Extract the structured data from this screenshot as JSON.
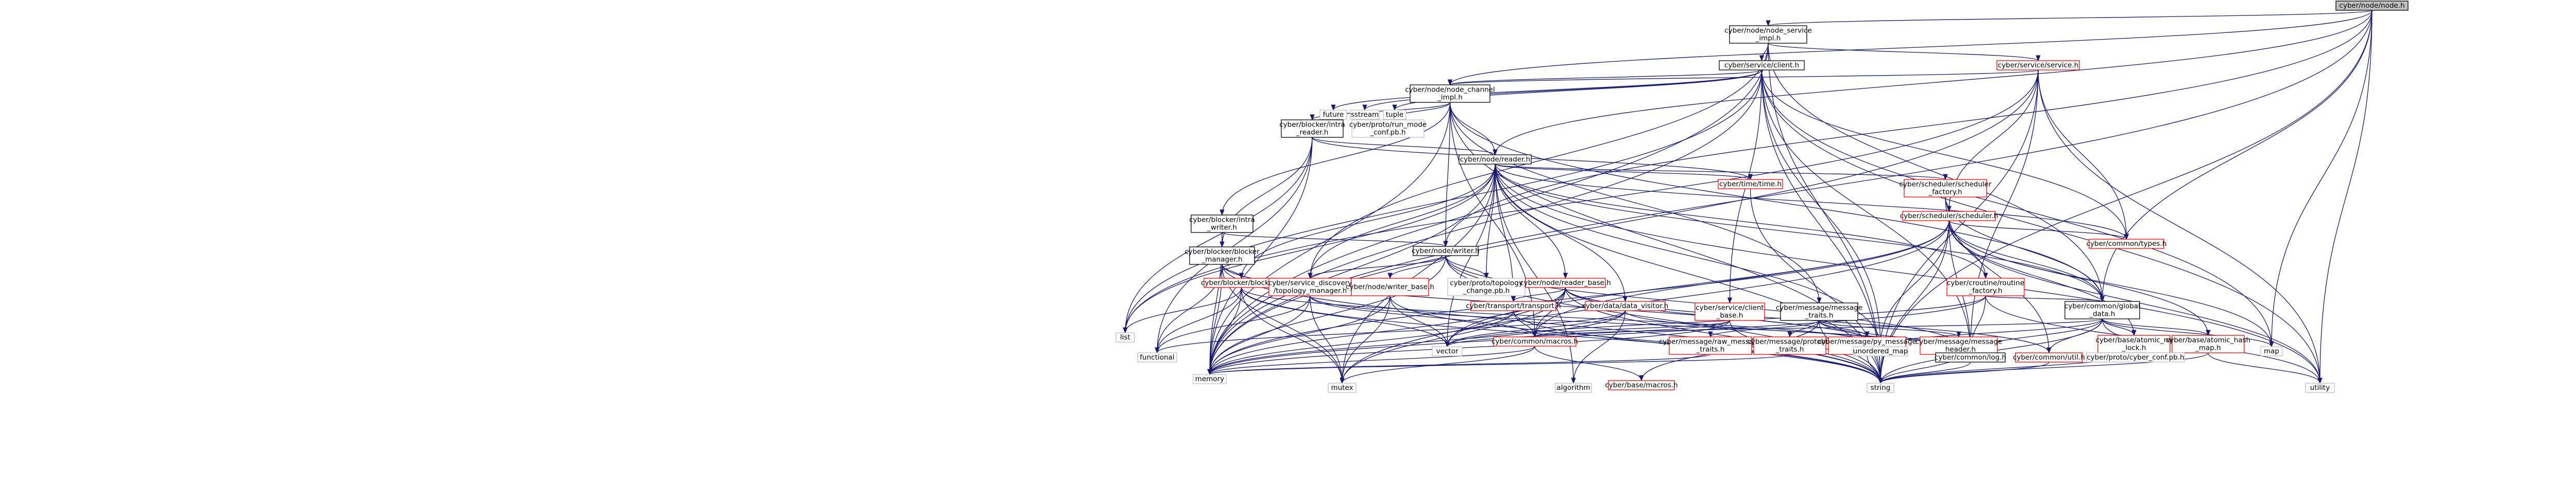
{
  "colors": {
    "file_border": "#000000",
    "file_fill": "#ffffff",
    "root_fill": "#bfbfbf",
    "label_text": "#000000",
    "red_border": "#ff0000",
    "red_fill": "#ffffff",
    "red_text": "#000000",
    "system_border": "#bfbfbf",
    "system_fill": "#ffffff",
    "system_text": "#000000",
    "edge_blue": "#191970",
    "edge_dark": "#333333"
  },
  "nodes": [
    {
      "id": "node_h",
      "kind": "root",
      "lines": [
        "cyber/node/node.h"
      ]
    },
    {
      "id": "node_service_impl",
      "kind": "file",
      "lines": [
        "cyber/node/node_service",
        "_impl.h"
      ]
    },
    {
      "id": "service_client",
      "kind": "file",
      "lines": [
        "cyber/service/client.h"
      ]
    },
    {
      "id": "service_service",
      "kind": "red",
      "lines": [
        "cyber/service/service.h"
      ]
    },
    {
      "id": "node_channel_impl",
      "kind": "file",
      "lines": [
        "cyber/node/node_channel",
        "_impl.h"
      ]
    },
    {
      "id": "future",
      "kind": "system",
      "lines": [
        "future"
      ]
    },
    {
      "id": "sstream",
      "kind": "system",
      "lines": [
        "sstream"
      ]
    },
    {
      "id": "tuple",
      "kind": "system",
      "lines": [
        "tuple"
      ]
    },
    {
      "id": "blocker_intra_reader",
      "kind": "file",
      "lines": [
        "cyber/blocker/intra",
        "_reader.h"
      ]
    },
    {
      "id": "run_mode_conf",
      "kind": "system",
      "lines": [
        "cyber/proto/run_mode",
        "_conf.pb.h"
      ]
    },
    {
      "id": "node_reader",
      "kind": "file",
      "lines": [
        "cyber/node/reader.h"
      ]
    },
    {
      "id": "time_time",
      "kind": "red",
      "lines": [
        "cyber/time/time.h"
      ]
    },
    {
      "id": "scheduler_factory",
      "kind": "red",
      "lines": [
        "cyber/scheduler/scheduler",
        "_factory.h"
      ]
    },
    {
      "id": "scheduler_scheduler",
      "kind": "red",
      "lines": [
        "cyber/scheduler/scheduler.h"
      ]
    },
    {
      "id": "common_types",
      "kind": "red",
      "lines": [
        "cyber/common/types.h"
      ]
    },
    {
      "id": "blocker_intra_writer",
      "kind": "file",
      "lines": [
        "cyber/blocker/intra",
        "_writer.h"
      ]
    },
    {
      "id": "node_writer",
      "kind": "file",
      "lines": [
        "cyber/node/writer.h"
      ]
    },
    {
      "id": "blocker_manager",
      "kind": "file",
      "lines": [
        "cyber/blocker/blocker",
        "_manager.h"
      ]
    },
    {
      "id": "blocker_blocker",
      "kind": "red",
      "lines": [
        "cyber/blocker/blocker.h"
      ]
    },
    {
      "id": "service_discovery",
      "kind": "red",
      "lines": [
        "cyber/service_discovery",
        "/topology_manager.h"
      ]
    },
    {
      "id": "writer_base",
      "kind": "red",
      "lines": [
        "cyber/node/writer_base.h"
      ]
    },
    {
      "id": "topology_change",
      "kind": "system",
      "lines": [
        "cyber/proto/topology",
        "_change.pb.h"
      ]
    },
    {
      "id": "reader_base",
      "kind": "red",
      "lines": [
        "cyber/node/reader_base.h"
      ]
    },
    {
      "id": "transport_transport",
      "kind": "red",
      "lines": [
        "cyber/transport/transport.h"
      ]
    },
    {
      "id": "data_visitor",
      "kind": "red",
      "lines": [
        "cyber/data/data_visitor.h"
      ]
    },
    {
      "id": "client_base",
      "kind": "red",
      "lines": [
        "cyber/service/client",
        "_base.h"
      ]
    },
    {
      "id": "message_traits",
      "kind": "file",
      "lines": [
        "cyber/message/message",
        "_traits.h"
      ]
    },
    {
      "id": "routine_factory",
      "kind": "red",
      "lines": [
        "cyber/croutine/routine",
        "_factory.h"
      ]
    },
    {
      "id": "global_data",
      "kind": "file",
      "lines": [
        "cyber/common/global",
        "_data.h"
      ]
    },
    {
      "id": "atomic_rw_lock",
      "kind": "red",
      "lines": [
        "cyber/base/atomic_rw",
        "_lock.h"
      ]
    },
    {
      "id": "atomic_hash_map",
      "kind": "red",
      "lines": [
        "cyber/base/atomic_hash",
        "_map.h"
      ]
    },
    {
      "id": "common_macros",
      "kind": "red",
      "lines": [
        "cyber/common/macros.h"
      ]
    },
    {
      "id": "raw_message_traits",
      "kind": "red",
      "lines": [
        "cyber/message/raw_message",
        "_traits.h"
      ]
    },
    {
      "id": "protobuf_traits",
      "kind": "red",
      "lines": [
        "cyber/message/protobuf",
        "_traits.h"
      ]
    },
    {
      "id": "py_message_traits",
      "kind": "red",
      "lines": [
        "cyber/message/py_message",
        "_traits.h"
      ]
    },
    {
      "id": "message_header",
      "kind": "red",
      "lines": [
        "cyber/message/message",
        "_header.h"
      ]
    },
    {
      "id": "common_log",
      "kind": "file",
      "lines": [
        "cyber/common/log.h"
      ]
    },
    {
      "id": "common_util",
      "kind": "red",
      "lines": [
        "cyber/common/util.h"
      ]
    },
    {
      "id": "cyber_conf",
      "kind": "system",
      "lines": [
        "cyber/proto/cyber_conf.pb.h"
      ]
    },
    {
      "id": "base_macros",
      "kind": "red",
      "lines": [
        "cyber/base/macros.h"
      ]
    },
    {
      "id": "list",
      "kind": "system",
      "lines": [
        "list"
      ]
    },
    {
      "id": "functional",
      "kind": "system",
      "lines": [
        "functional"
      ]
    },
    {
      "id": "vector",
      "kind": "system",
      "lines": [
        "vector"
      ]
    },
    {
      "id": "unordered_map",
      "kind": "system",
      "lines": [
        "unordered_map"
      ]
    },
    {
      "id": "map",
      "kind": "system",
      "lines": [
        "map"
      ]
    },
    {
      "id": "memory",
      "kind": "system",
      "lines": [
        "memory"
      ]
    },
    {
      "id": "mutex",
      "kind": "system",
      "lines": [
        "mutex"
      ]
    },
    {
      "id": "algorithm",
      "kind": "system",
      "lines": [
        "algorithm"
      ]
    },
    {
      "id": "string",
      "kind": "system",
      "lines": [
        "string"
      ]
    },
    {
      "id": "utility",
      "kind": "system",
      "lines": [
        "utility"
      ]
    }
  ],
  "edges": [
    [
      "node_h",
      "node_service_impl"
    ],
    [
      "node_h",
      "node_channel_impl"
    ],
    [
      "node_h",
      "memory"
    ],
    [
      "node_h",
      "map"
    ],
    [
      "node_h",
      "string"
    ],
    [
      "node_h",
      "utility"
    ],
    [
      "node_h",
      "global_data"
    ],
    [
      "node_h",
      "node_writer"
    ],
    [
      "node_h",
      "node_reader"
    ],
    [
      "node_service_impl",
      "service_client"
    ],
    [
      "node_service_impl",
      "service_service"
    ],
    [
      "node_service_impl",
      "memory"
    ],
    [
      "node_service_impl",
      "string"
    ],
    [
      "node_service_impl",
      "global_data"
    ],
    [
      "node_service_impl",
      "service_discovery"
    ],
    [
      "service_client",
      "future"
    ],
    [
      "service_client",
      "sstream"
    ],
    [
      "service_client",
      "tuple"
    ],
    [
      "service_client",
      "list"
    ],
    [
      "service_client",
      "memory"
    ],
    [
      "service_client",
      "string"
    ],
    [
      "service_client",
      "unordered_map"
    ],
    [
      "service_client",
      "utility"
    ],
    [
      "service_client",
      "common_types"
    ],
    [
      "service_client",
      "node_channel_impl"
    ],
    [
      "service_client",
      "client_base"
    ],
    [
      "service_client",
      "common_log"
    ],
    [
      "service_client",
      "map"
    ],
    [
      "service_service",
      "node_channel_impl"
    ],
    [
      "service_service",
      "scheduler_scheduler"
    ],
    [
      "service_service",
      "common_types"
    ],
    [
      "service_service",
      "list"
    ],
    [
      "service_service",
      "memory"
    ],
    [
      "service_service",
      "string"
    ],
    [
      "service_service",
      "utility"
    ],
    [
      "service_service",
      "common_log"
    ],
    [
      "node_channel_impl",
      "blocker_intra_reader"
    ],
    [
      "node_channel_impl",
      "blocker_intra_writer"
    ],
    [
      "node_channel_impl",
      "run_mode_conf"
    ],
    [
      "node_channel_impl",
      "node_reader"
    ],
    [
      "node_channel_impl",
      "node_writer"
    ],
    [
      "node_channel_impl",
      "memory"
    ],
    [
      "node_channel_impl",
      "string"
    ],
    [
      "node_channel_impl",
      "global_data"
    ],
    [
      "node_channel_impl",
      "message_traits"
    ],
    [
      "node_channel_impl",
      "common_macros"
    ],
    [
      "blocker_intra_reader",
      "functional"
    ],
    [
      "blocker_intra_reader",
      "list"
    ],
    [
      "blocker_intra_reader",
      "memory"
    ],
    [
      "blocker_intra_reader",
      "blocker_manager"
    ],
    [
      "blocker_intra_reader",
      "time_time"
    ],
    [
      "blocker_intra_reader",
      "node_reader"
    ],
    [
      "node_reader",
      "algorithm"
    ],
    [
      "node_reader",
      "list"
    ],
    [
      "node_reader",
      "memory"
    ],
    [
      "node_reader",
      "mutex"
    ],
    [
      "node_reader",
      "string"
    ],
    [
      "node_reader",
      "unordered_map"
    ],
    [
      "node_reader",
      "utility"
    ],
    [
      "node_reader",
      "vector"
    ],
    [
      "node_reader",
      "blocker_blocker"
    ],
    [
      "node_reader",
      "global_data"
    ],
    [
      "node_reader",
      "common_types"
    ],
    [
      "node_reader",
      "routine_factory"
    ],
    [
      "node_reader",
      "data_visitor"
    ],
    [
      "node_reader",
      "reader_base"
    ],
    [
      "node_reader",
      "topology_change"
    ],
    [
      "node_reader",
      "scheduler_factory"
    ],
    [
      "node_reader",
      "service_discovery"
    ],
    [
      "node_reader",
      "time_time"
    ],
    [
      "node_reader",
      "transport_transport"
    ],
    [
      "time_time",
      "string"
    ],
    [
      "scheduler_factory",
      "scheduler_scheduler"
    ],
    [
      "scheduler_factory",
      "global_data"
    ],
    [
      "scheduler_factory",
      "common_util"
    ],
    [
      "scheduler_scheduler",
      "common_types"
    ],
    [
      "scheduler_scheduler",
      "routine_factory"
    ],
    [
      "scheduler_scheduler",
      "global_data"
    ],
    [
      "scheduler_scheduler",
      "common_log"
    ],
    [
      "scheduler_scheduler",
      "common_macros"
    ],
    [
      "scheduler_scheduler",
      "atomic_hash_map"
    ],
    [
      "scheduler_scheduler",
      "atomic_rw_lock"
    ],
    [
      "scheduler_scheduler",
      "unordered_map"
    ],
    [
      "scheduler_scheduler",
      "vector"
    ],
    [
      "scheduler_scheduler",
      "string"
    ],
    [
      "scheduler_scheduler",
      "map"
    ],
    [
      "scheduler_scheduler",
      "memory"
    ],
    [
      "scheduler_scheduler",
      "mutex"
    ],
    [
      "scheduler_scheduler",
      "utility"
    ],
    [
      "blocker_intra_writer",
      "memory"
    ],
    [
      "blocker_intra_writer",
      "blocker_manager"
    ],
    [
      "blocker_intra_writer",
      "node_writer"
    ],
    [
      "node_writer",
      "memory"
    ],
    [
      "node_writer",
      "string"
    ],
    [
      "node_writer",
      "common_log"
    ],
    [
      "node_writer",
      "writer_base"
    ],
    [
      "node_writer",
      "service_discovery"
    ],
    [
      "node_writer",
      "transport_transport"
    ],
    [
      "node_writer",
      "topology_change"
    ],
    [
      "blocker_manager",
      "blocker_blocker"
    ],
    [
      "blocker_manager",
      "memory"
    ],
    [
      "blocker_manager",
      "mutex"
    ],
    [
      "blocker_manager",
      "string"
    ],
    [
      "blocker_manager",
      "unordered_map"
    ],
    [
      "blocker_manager",
      "functional"
    ],
    [
      "blocker_blocker",
      "list"
    ],
    [
      "blocker_blocker",
      "vector"
    ],
    [
      "blocker_blocker",
      "memory"
    ],
    [
      "blocker_blocker",
      "mutex"
    ],
    [
      "blocker_blocker",
      "functional"
    ],
    [
      "blocker_blocker",
      "string"
    ],
    [
      "blocker_blocker",
      "unordered_map"
    ],
    [
      "service_discovery",
      "memory"
    ],
    [
      "service_discovery",
      "mutex"
    ],
    [
      "service_discovery",
      "functional"
    ],
    [
      "service_discovery",
      "common_macros"
    ],
    [
      "service_discovery",
      "common_log"
    ],
    [
      "writer_base",
      "vector"
    ],
    [
      "writer_base",
      "memory"
    ],
    [
      "writer_base",
      "mutex"
    ],
    [
      "writer_base",
      "string"
    ],
    [
      "reader_base",
      "memory"
    ],
    [
      "reader_base",
      "vector"
    ],
    [
      "reader_base",
      "string"
    ],
    [
      "reader_base",
      "unordered_map"
    ],
    [
      "reader_base",
      "common_macros"
    ],
    [
      "reader_base",
      "common_util"
    ],
    [
      "reader_base",
      "transport_transport"
    ],
    [
      "reader_base",
      "mutex"
    ],
    [
      "transport_transport",
      "memory"
    ],
    [
      "transport_transport",
      "string"
    ],
    [
      "transport_transport",
      "common_macros"
    ],
    [
      "data_visitor",
      "memory"
    ],
    [
      "data_visitor",
      "vector"
    ],
    [
      "data_visitor",
      "algorithm"
    ],
    [
      "data_visitor",
      "functional"
    ],
    [
      "data_visitor",
      "common_log"
    ],
    [
      "client_base",
      "vector"
    ],
    [
      "client_base",
      "memory"
    ],
    [
      "client_base",
      "string"
    ],
    [
      "client_base",
      "common_macros"
    ],
    [
      "message_traits",
      "string"
    ],
    [
      "message_traits",
      "common_log"
    ],
    [
      "message_traits",
      "base_macros"
    ],
    [
      "message_traits",
      "raw_message_traits"
    ],
    [
      "message_traits",
      "protobuf_traits"
    ],
    [
      "message_traits",
      "py_message_traits"
    ],
    [
      "message_traits",
      "message_header"
    ],
    [
      "routine_factory",
      "memory"
    ],
    [
      "routine_factory",
      "utility"
    ],
    [
      "routine_factory",
      "vector"
    ],
    [
      "routine_factory",
      "common_log"
    ],
    [
      "routine_factory",
      "global_data"
    ],
    [
      "global_data",
      "unordered_map"
    ],
    [
      "global_data",
      "string"
    ],
    [
      "global_data",
      "map"
    ],
    [
      "global_data",
      "common_log"
    ],
    [
      "global_data",
      "common_macros"
    ],
    [
      "global_data",
      "common_util"
    ],
    [
      "global_data",
      "atomic_hash_map"
    ],
    [
      "global_data",
      "atomic_rw_lock"
    ],
    [
      "global_data",
      "cyber_conf"
    ],
    [
      "atomic_rw_lock",
      "string"
    ],
    [
      "atomic_hash_map",
      "utility"
    ],
    [
      "atomic_hash_map",
      "string"
    ],
    [
      "common_macros",
      "memory"
    ],
    [
      "common_macros",
      "base_macros"
    ],
    [
      "common_macros",
      "mutex"
    ],
    [
      "raw_message_traits",
      "memory"
    ],
    [
      "protobuf_traits",
      "memory"
    ],
    [
      "py_message_traits",
      "string"
    ],
    [
      "message_header",
      "string"
    ],
    [
      "common_log",
      "string"
    ],
    [
      "common_util",
      "string"
    ]
  ]
}
